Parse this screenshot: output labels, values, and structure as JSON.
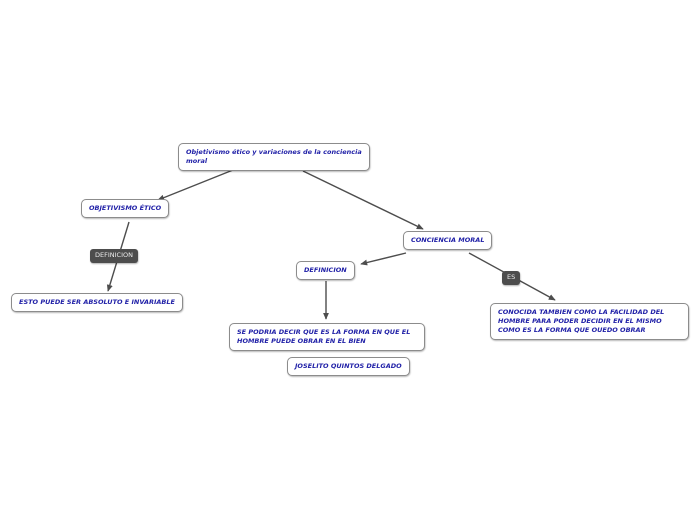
{
  "diagram": {
    "type": "mindmap",
    "title_node": "Objetivismo ético y variaciones de la conciencia moral",
    "colors": {
      "background": "#ffffff",
      "node_text": "#2222a8",
      "node_border": "#8c8c8c",
      "node_background": "#ffffff",
      "edge_label_background": "#4d4d4d",
      "edge_label_text": "#ededed",
      "arrow": "#4d4d4d"
    },
    "nodes": {
      "root": {
        "label": "Objetivismo ético y variaciones de la conciencia moral"
      },
      "objetivismo_etico": {
        "label": "OBJETIVISMO ÉTICO"
      },
      "esto_puede": {
        "label": "ESTO PUEDE SER ABSOLUTO E INVARIABLE"
      },
      "conciencia_moral": {
        "label": "CONCIENCIA MORAL"
      },
      "definicion_conciencia": {
        "label": "DEFINICION"
      },
      "se_podria": {
        "label": "SE PODRIA DECIR QUE ES LA FORMA EN QUE EL HOMBRE PUEDE OBRAR EN EL BIEN"
      },
      "joselito": {
        "label": "JOSELITO QUINTOS DELGADO"
      },
      "conocida": {
        "label": "CONOCIDA TAMBIEN COMO LA FACILIDAD DEL HOMBRE PARA PODER DECIDIR EN EL MISMO COMO ES LA FORMA QUE OUEDO OBRAR"
      }
    },
    "edge_labels": {
      "definicion_objetivismo": {
        "label": "DEFINICION"
      },
      "es": {
        "label": "ES"
      }
    },
    "edges": [
      {
        "from": "root",
        "to": "objetivismo_etico",
        "label": ""
      },
      {
        "from": "root",
        "to": "conciencia_moral",
        "label": ""
      },
      {
        "from": "objetivismo_etico",
        "to": "esto_puede",
        "label": "DEFINICION"
      },
      {
        "from": "conciencia_moral",
        "to": "definicion_conciencia",
        "label": ""
      },
      {
        "from": "conciencia_moral",
        "to": "conocida",
        "label": "ES"
      },
      {
        "from": "definicion_conciencia",
        "to": "se_podria",
        "label": ""
      }
    ]
  }
}
